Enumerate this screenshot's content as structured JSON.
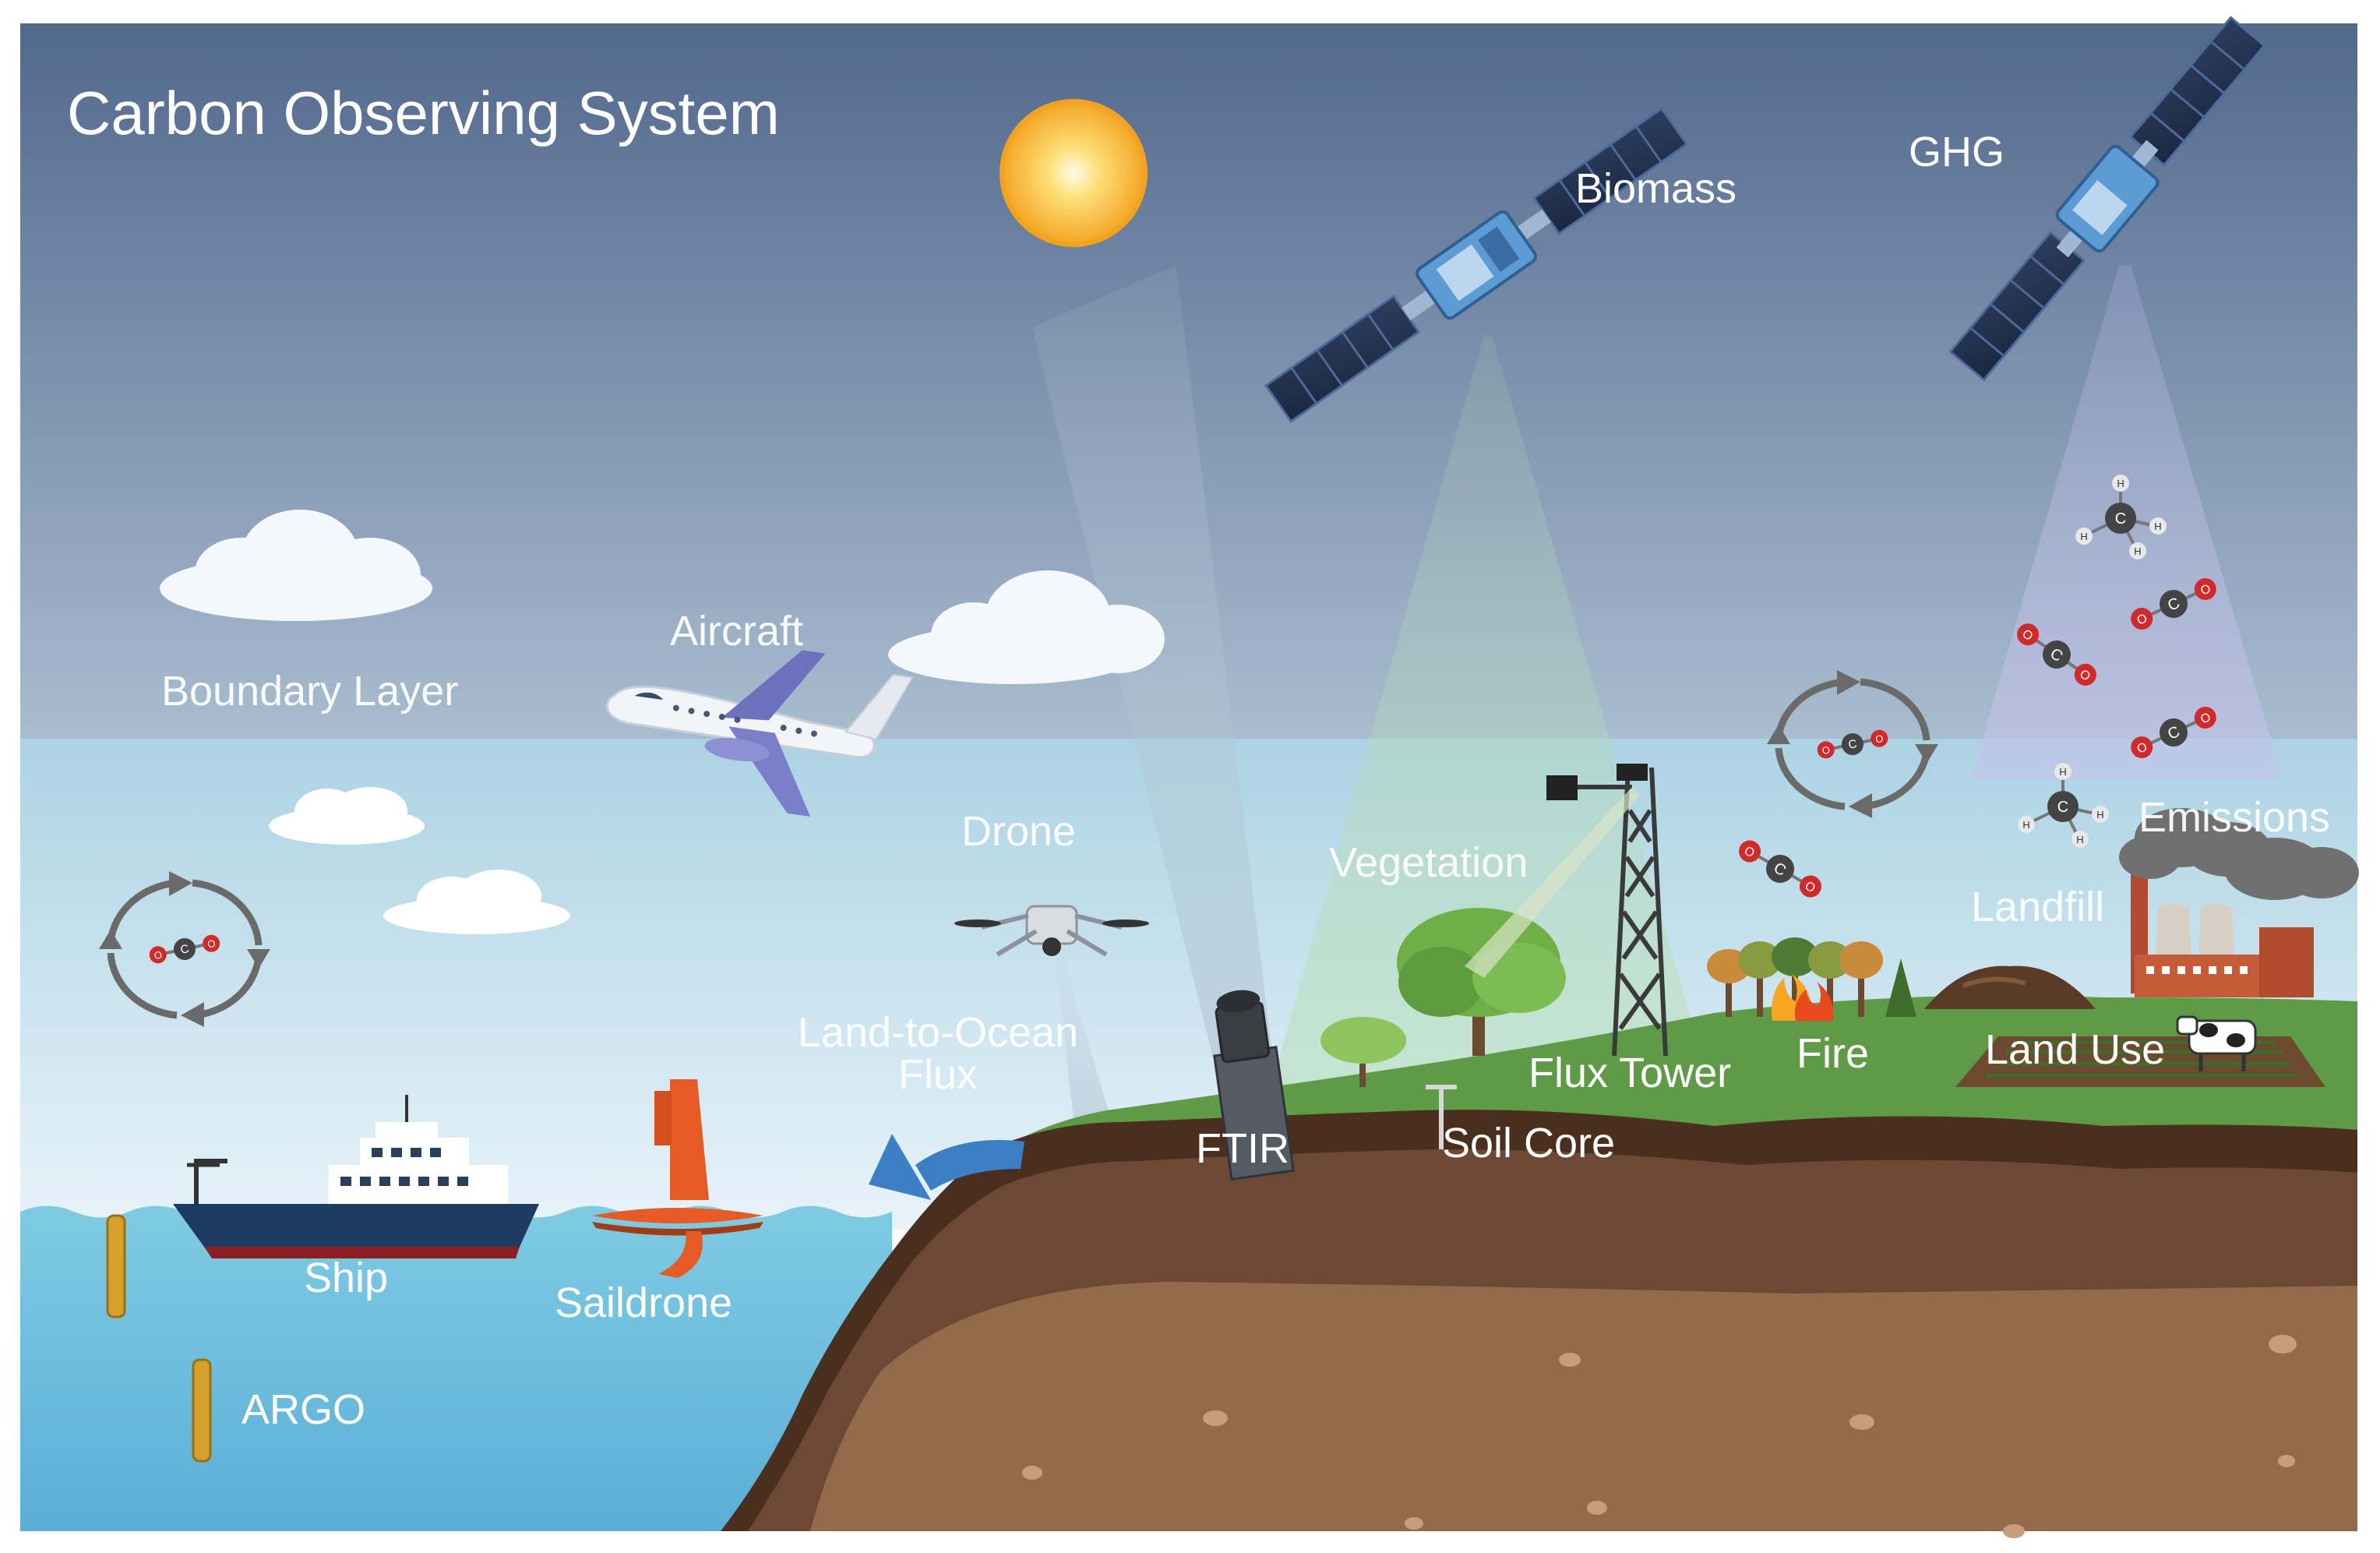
{
  "title": "Carbon Observing System",
  "labels": {
    "biomass": "Biomass",
    "ghg": "GHG",
    "aircraft": "Aircraft",
    "boundary_layer": "Boundary Layer",
    "drone": "Drone",
    "vegetation": "Vegetation",
    "emissions": "Emissions",
    "landfill": "Landfill",
    "land_to_ocean_line1": "Land-to-Ocean",
    "land_to_ocean_line2": "Flux",
    "flux_tower": "Flux Tower",
    "fire": "Fire",
    "land_use": "Land Use",
    "ftir": "FTIR",
    "soil_core": "Soil Core",
    "ship": "Ship",
    "saildrone": "Saildrone",
    "argo": "ARGO"
  },
  "molecule_atoms": {
    "carbon": "C",
    "oxygen": "O",
    "hydrogen": "H"
  },
  "colors": {
    "sky_top": "#52688c",
    "sky_mid": "#a2b6ca",
    "lower_sky_top": "#aed3e3",
    "lower_sky_bottom": "#e6f2f8",
    "ocean_top": "#7cc6e0",
    "ocean_bottom": "#5aaed6",
    "grass": "#5f9a47",
    "topsoil": "#4a2f1f",
    "midsoil": "#6d4835",
    "deepsoil": "#946a4d",
    "sun": "#f8b431",
    "satellite_panel": "#23324d",
    "satellite_body": "#5c9bd3",
    "flux_arrow": "#3c7fc4",
    "saildrone": "#e55a25",
    "argo": "#d6a02c"
  }
}
